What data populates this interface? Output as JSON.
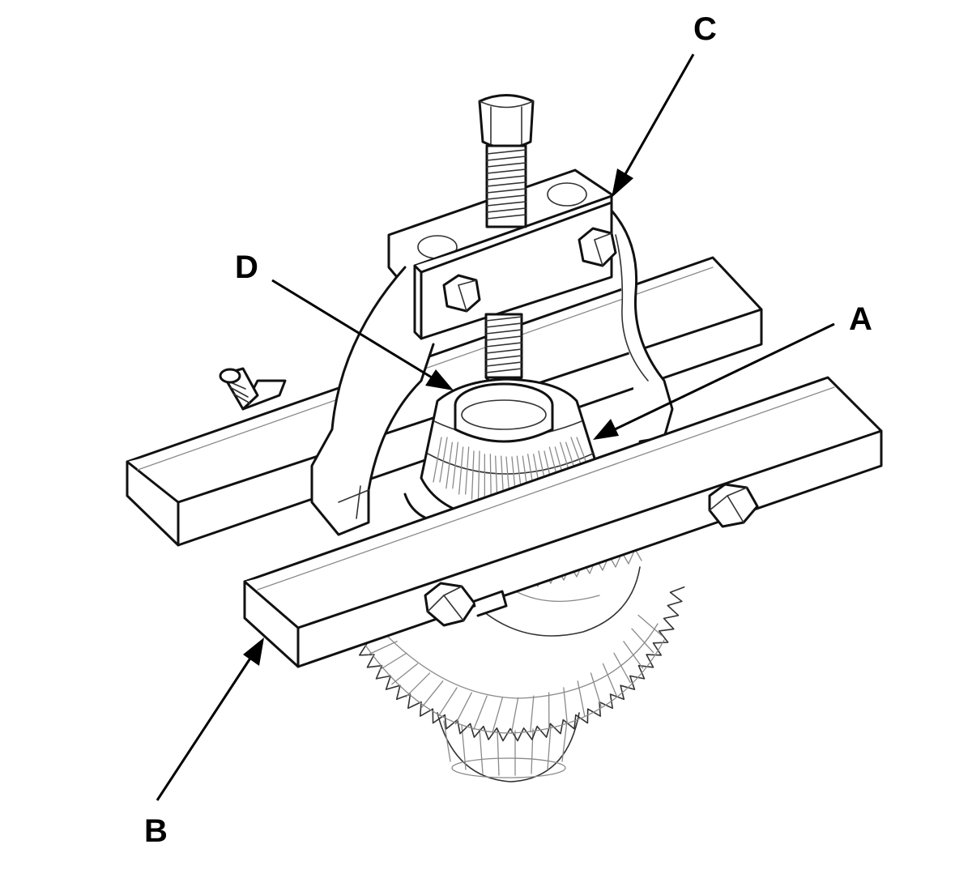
{
  "figure": {
    "callouts": {
      "a": "A",
      "b": "B",
      "c": "C",
      "d": "D"
    },
    "ink_color": "#111111",
    "background_color": "#ffffff"
  }
}
